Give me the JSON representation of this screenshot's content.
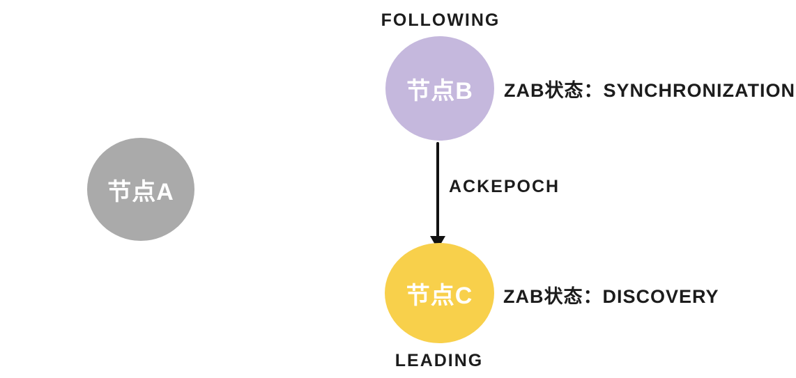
{
  "page": {
    "background": "#ffffff",
    "text_color": "#1c1c1c"
  },
  "diagram": {
    "nodes": [
      {
        "id": "A",
        "label": "节点A",
        "fill": "#aaaaaa",
        "text_color": "#ffffff"
      },
      {
        "id": "B",
        "label": "节点B",
        "fill": "#c5b8dd",
        "text_color": "#ffffff",
        "state": "FOLLOWING",
        "zab_status": "ZAB状态：SYNCHRONIZATION"
      },
      {
        "id": "C",
        "label": "节点C",
        "fill": "#f8d04b",
        "text_color": "#ffffff",
        "state": "LEADING",
        "zab_status": "ZAB状态：DISCOVERY"
      }
    ],
    "edges": [
      {
        "from": "B",
        "to": "C",
        "label": "ACKEPOCH",
        "color": "#111111",
        "direction": "down"
      }
    ]
  }
}
